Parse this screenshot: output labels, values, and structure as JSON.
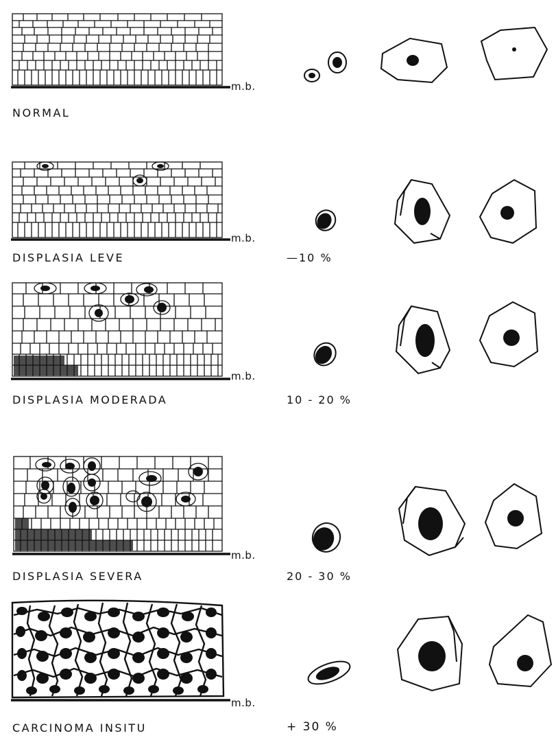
{
  "membrane_label": "m.b.",
  "stages": [
    {
      "id": "normal",
      "label": "NORMAL",
      "percent": ""
    },
    {
      "id": "leve",
      "label": "DISPLASIA  LEVE",
      "percent": "—10 %"
    },
    {
      "id": "moderada",
      "label": "DISPLASIA  MODERADA",
      "percent": "10 - 20 %"
    },
    {
      "id": "severa",
      "label": "DISPLASIA  SEVERA",
      "percent": "20 - 30 %"
    },
    {
      "id": "insitu",
      "label": "CARCINOMA  INSITU",
      "percent": "+ 30 %"
    }
  ],
  "colors": {
    "ink": "#111111",
    "paper": "#ffffff"
  }
}
